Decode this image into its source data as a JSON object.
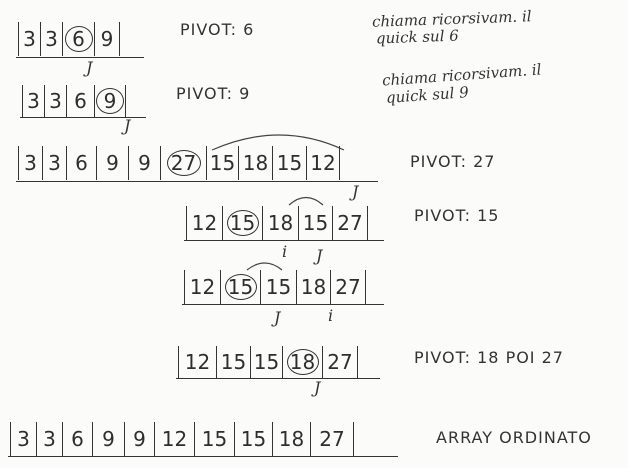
{
  "rows": [
    {
      "cells": [
        "3",
        "3",
        "6",
        "9"
      ],
      "circled": 2
    },
    {
      "cells": [
        "3",
        "3",
        "6",
        "9"
      ],
      "circled": 3
    },
    {
      "cells": [
        "3",
        "3",
        "6",
        "9",
        "9",
        "27",
        "15",
        "18",
        "15",
        "12"
      ],
      "circled": 5
    },
    {
      "cells": [
        "12",
        "15",
        "18",
        "15",
        "27"
      ],
      "circled": 1
    },
    {
      "cells": [
        "12",
        "15",
        "15",
        "18",
        "27"
      ],
      "circled": 1
    },
    {
      "cells": [
        "12",
        "15",
        "15",
        "18",
        "27"
      ],
      "circled": 3
    },
    {
      "cells": [
        "3",
        "3",
        "6",
        "9",
        "9",
        "12",
        "15",
        "15",
        "18",
        "27"
      ],
      "circled": -1
    }
  ],
  "labels": {
    "pivot1": "PIVOT: 6",
    "pivot2": "PIVOT: 9",
    "pivot3": "PIVOT: 27",
    "pivot4": "PIVOT: 15",
    "pivot5": "PIVOT: 18   POI 27",
    "sorted": "ARRAY ORDINATO"
  },
  "notes": {
    "note1_line1": "chiama ricorsivam. il",
    "note1_line2": "quick sul 6",
    "note2_line1": "chiama ricorsivam. il",
    "note2_line2": "quick sul 9"
  },
  "pointers": {
    "j": "J",
    "i": "i"
  }
}
